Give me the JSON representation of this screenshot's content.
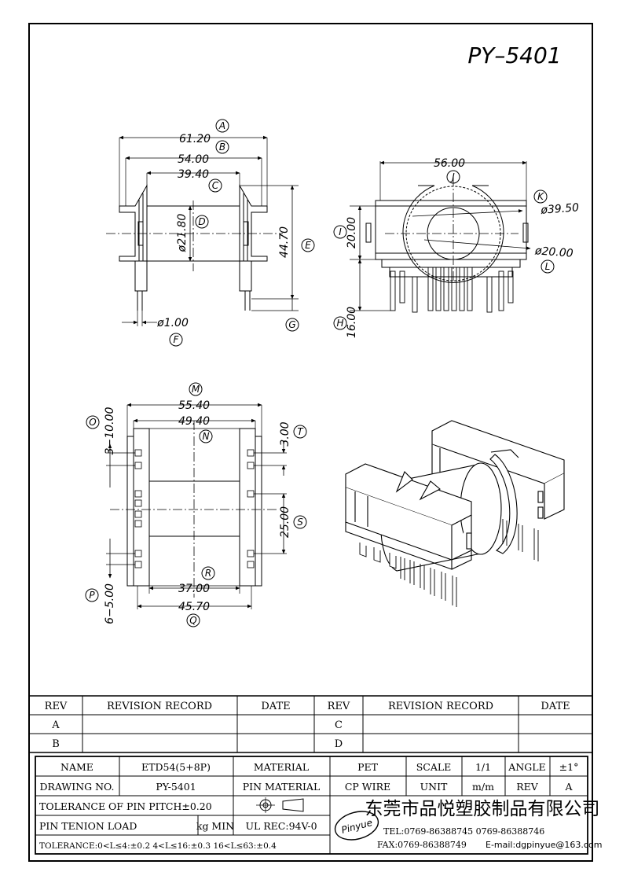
{
  "drawing": {
    "part_no": "PY–5401",
    "front_view": {
      "dims": {
        "A": "61.20",
        "B": "54.00",
        "C": "39.40",
        "D": "ø21.80",
        "E": "44.70",
        "F": "ø1.00"
      },
      "labels": {
        "A": "A",
        "B": "B",
        "C": "C",
        "D": "D",
        "E": "E",
        "F": "F",
        "G": "G"
      }
    },
    "side_view": {
      "dims": {
        "J": "56.00",
        "K": "ø39.50",
        "L": "ø20.00",
        "I": "20.00",
        "H": "16.00"
      },
      "labels": {
        "H": "H",
        "I": "I",
        "J": "J",
        "K": "K",
        "L": "L"
      }
    },
    "bottom_view": {
      "dims": {
        "M": "55.40",
        "N": "49.40",
        "R": "37.00",
        "Q": "45.70",
        "O": "3−10.00",
        "T": "3.00",
        "S": "25.00",
        "P": "6−5.00"
      },
      "labels": {
        "M": "M",
        "N": "N",
        "O": "O",
        "P": "P",
        "Q": "Q",
        "R": "R",
        "S": "S",
        "T": "T"
      }
    }
  },
  "revision_table": {
    "headers": {
      "rev": "REV",
      "record": "REVISION RECORD",
      "date": "DATE"
    },
    "left_rows": [
      "A",
      "B"
    ],
    "right_rows": [
      "C",
      "D"
    ]
  },
  "title_block": {
    "name_label": "NAME",
    "name_value": "ETD54(5+8P)",
    "material_label": "MATERIAL",
    "material_value": "PET",
    "scale_label": "SCALE",
    "scale_value": "1/1",
    "angle_label": "ANGLE",
    "angle_value": "±1°",
    "drawing_no_label": "DRAWING NO.",
    "drawing_no_value": "PY-5401",
    "pin_material_label": "PIN MATERIAL",
    "pin_material_value": "CP WIRE",
    "unit_label": "UNIT",
    "unit_value": "m/m",
    "rev_label": "REV",
    "rev_value": "A",
    "pin_pitch_tolerance": "TOLERANCE OF PIN PITCH±0.20",
    "pin_tension_label": "PIN TENION LOAD",
    "pin_tension_value": "kg MIN",
    "ul_rec": "UL REC:94V-0",
    "general_tolerance": "TOLERANCE:0<L≤4:±0.2  4<L≤16:±0.3  16<L≤63:±0.4",
    "company_name": "东莞市品悦塑胶制品有限公司",
    "logo_text": "Pinyue",
    "tel": "TEL:0769-86388745   0769-86388746",
    "fax": "FAX:0769-86388749",
    "email": "E-mail:dgpinyue@163.com"
  }
}
